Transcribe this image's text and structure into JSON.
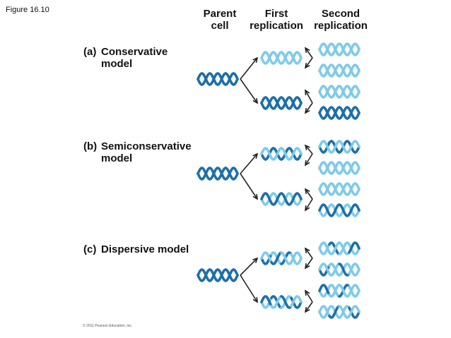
{
  "figure_label": "Figure 16.10",
  "headers": {
    "parent": "Parent\ncell",
    "first": "First\nreplication",
    "second": "Second\nreplication"
  },
  "models": [
    {
      "letter": "(a)",
      "name": "Conservative\nmodel"
    },
    {
      "letter": "(b)",
      "name": "Semiconservative\nmodel"
    },
    {
      "letter": "(c)",
      "name": "Dispersive model"
    }
  ],
  "copyright": "© 2011 Pearson Education, Inc.",
  "colors": {
    "parental_strand": "#1e6fa8",
    "new_strand": "#7fcbe8",
    "arrow": "#222222"
  }
}
